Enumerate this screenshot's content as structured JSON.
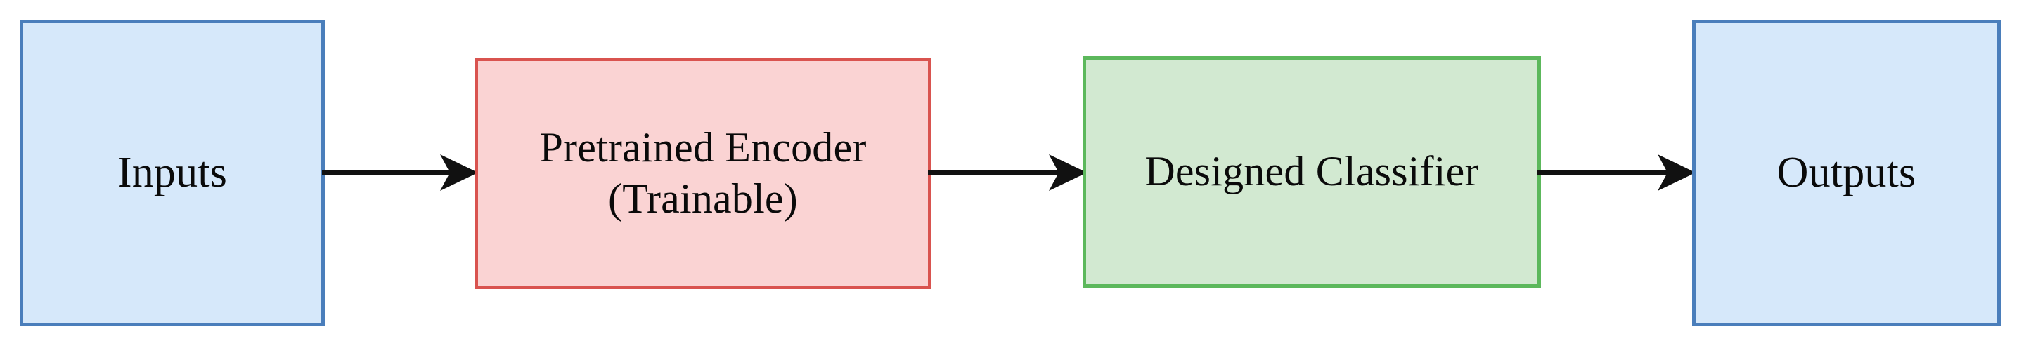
{
  "diagram": {
    "title": "Model pipeline block diagram",
    "orientation": "left-to-right",
    "background_color": "#ffffff",
    "nodes": [
      {
        "id": "inputs",
        "label": "Inputs",
        "fill_color": "#d6e8fa",
        "border_color": "#4a7ebb",
        "text_color": "#0a0a0a"
      },
      {
        "id": "encoder",
        "label": "Pretrained Encoder\n(Trainable)",
        "line_1": "Pretrained Encoder",
        "line_2": "(Trainable)",
        "fill_color": "#fad3d3",
        "border_color": "#d9534f",
        "text_color": "#0a0a0a"
      },
      {
        "id": "classifier",
        "label": "Designed Classifier",
        "fill_color": "#d2e9d1",
        "border_color": "#5cb85c",
        "text_color": "#0a0a0a"
      },
      {
        "id": "outputs",
        "label": "Outputs",
        "fill_color": "#d6e8fa",
        "border_color": "#4a7ebb",
        "text_color": "#0a0a0a"
      }
    ],
    "edges": [
      {
        "id": "edge-1",
        "from": "inputs",
        "to": "encoder",
        "style": "solid-arrow",
        "color": "#111111"
      },
      {
        "id": "edge-2",
        "from": "encoder",
        "to": "classifier",
        "style": "solid-arrow",
        "color": "#111111"
      },
      {
        "id": "edge-3",
        "from": "classifier",
        "to": "outputs",
        "style": "solid-arrow",
        "color": "#111111"
      }
    ]
  }
}
